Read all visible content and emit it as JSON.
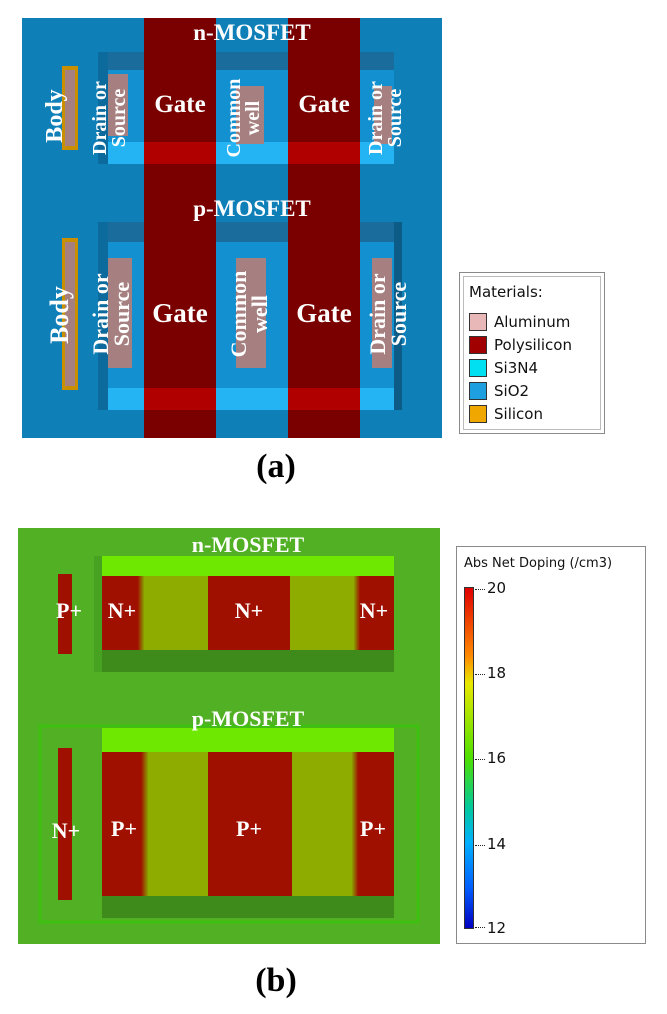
{
  "panel_a": {
    "caption": "(a)",
    "n_label": "n-MOSFET",
    "p_label": "p-MOSFET",
    "body": "Body",
    "drain_source_1": "Drain or",
    "drain_source_2": "Source",
    "gate": "Gate",
    "common_1": "Common",
    "common_2": "well"
  },
  "legend": {
    "title": "Materials:",
    "items": [
      {
        "label": "Aluminum",
        "color": "#e8b8b8"
      },
      {
        "label": "Polysilicon",
        "color": "#a00000"
      },
      {
        "label": "Si3N4",
        "color": "#00e0f0"
      },
      {
        "label": "SiO2",
        "color": "#1ea0e0"
      },
      {
        "label": "Silicon",
        "color": "#f0a800"
      }
    ]
  },
  "panel_b": {
    "caption": "(b)",
    "n_label": "n-MOSFET",
    "p_label": "p-MOSFET",
    "p_plus": "P+",
    "n_plus": "N+"
  },
  "colorbar": {
    "title": "Abs Net Doping (/cm3)",
    "ticks": [
      "20",
      "18",
      "16",
      "14",
      "12"
    ]
  }
}
